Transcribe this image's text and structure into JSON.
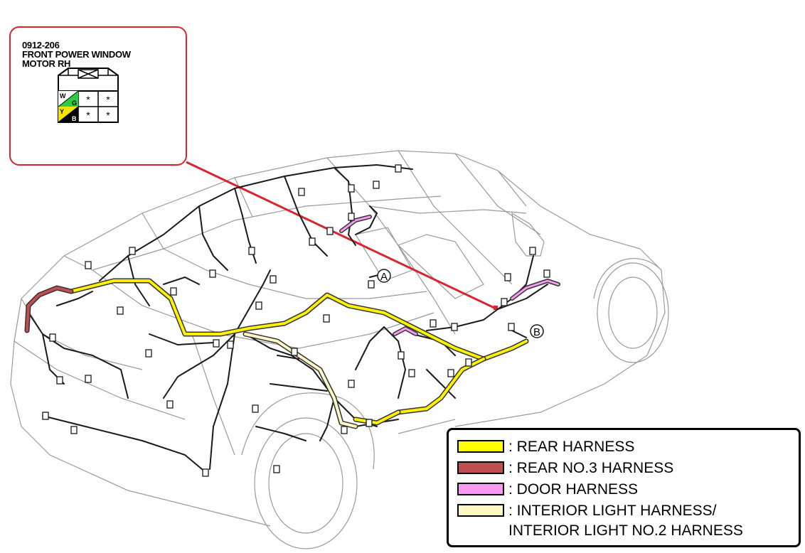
{
  "callout": {
    "code": "0912-206",
    "name_line1": "FRONT POWER WINDOW",
    "name_line2": "MOTOR RH",
    "pins": [
      {
        "wire_top": "W",
        "wire_bottom": "G",
        "color_top": "#ffffff",
        "color_bottom": "#2ecc40"
      },
      {
        "wire_top": "Y",
        "wire_bottom": "B",
        "color_top": "#f5e400",
        "color_bottom": "#000000"
      }
    ],
    "empty_pin_mark": "*"
  },
  "markers": {
    "a": "A",
    "b": "B"
  },
  "legend": {
    "items": [
      {
        "color": "#ffff00",
        "label": ": REAR HARNESS"
      },
      {
        "color": "#c05050",
        "label": ": REAR NO.3 HARNESS"
      },
      {
        "color": "#f59af0",
        "label": ": DOOR HARNESS"
      },
      {
        "color": "#fdf8c4",
        "label": ": INTERIOR LIGHT HARNESS/",
        "label2": "INTERIOR LIGHT NO.2 HARNESS"
      }
    ]
  },
  "colors": {
    "callout_border": "#d9252b",
    "leader_line": "#d9252b",
    "body_outline": "#909090",
    "wire": "#1a1a1a"
  }
}
